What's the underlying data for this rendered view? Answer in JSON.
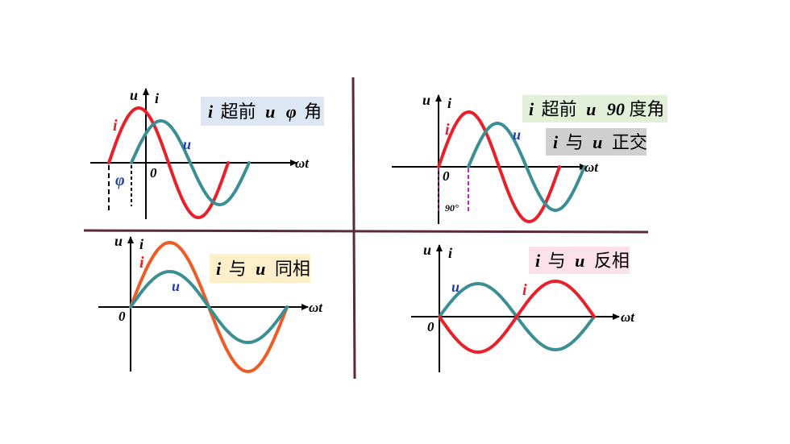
{
  "colors": {
    "current": "#e8202a",
    "current_alt": "#f05a23",
    "voltage": "#3a8f94",
    "u_label": "#1f3fb0",
    "divider": "#5a2a36",
    "phi_label": "#1f3fb0",
    "ninety_marker": "#cc22cc"
  },
  "panels": [
    {
      "id": "lead-phi",
      "title": {
        "parts": [
          "i",
          "超前",
          "u",
          "φ",
          "角"
        ],
        "bg": "#dde6f3"
      },
      "axis": {
        "y_u": "u",
        "y_i": "i",
        "x": "ωt",
        "origin": "0"
      },
      "curve_labels": {
        "i": "i",
        "u": "u"
      },
      "marker": {
        "symbol": "φ"
      }
    },
    {
      "id": "lead-90",
      "title": {
        "parts": [
          "i",
          "超前",
          "u",
          "90",
          "度角"
        ],
        "bg": "#e2f0d9"
      },
      "subtitle": {
        "parts": [
          "i",
          "与",
          "u",
          "正交"
        ],
        "bg": "#cfcfcf"
      },
      "axis": {
        "y_u": "u",
        "y_i": "i",
        "x": "ωt",
        "origin": "0"
      },
      "curve_labels": {
        "i": "i",
        "u": "u"
      },
      "marker": {
        "symbol": "90°"
      }
    },
    {
      "id": "in-phase",
      "title": {
        "parts": [
          "i",
          "与",
          "u",
          "同相"
        ],
        "bg": "#fdefc9"
      },
      "axis": {
        "y_u": "u",
        "y_i": "i",
        "x": "ωt",
        "origin": "0"
      },
      "curve_labels": {
        "i": "i",
        "u": "u"
      }
    },
    {
      "id": "anti-phase",
      "title": {
        "parts": [
          "i",
          "与",
          "u",
          "反相"
        ],
        "bg": "#fbe1ea"
      },
      "axis": {
        "y_u": "u",
        "y_i": "i",
        "x": "ωt",
        "origin": "0"
      },
      "curve_labels": {
        "i": "i",
        "u": "u"
      }
    }
  ]
}
